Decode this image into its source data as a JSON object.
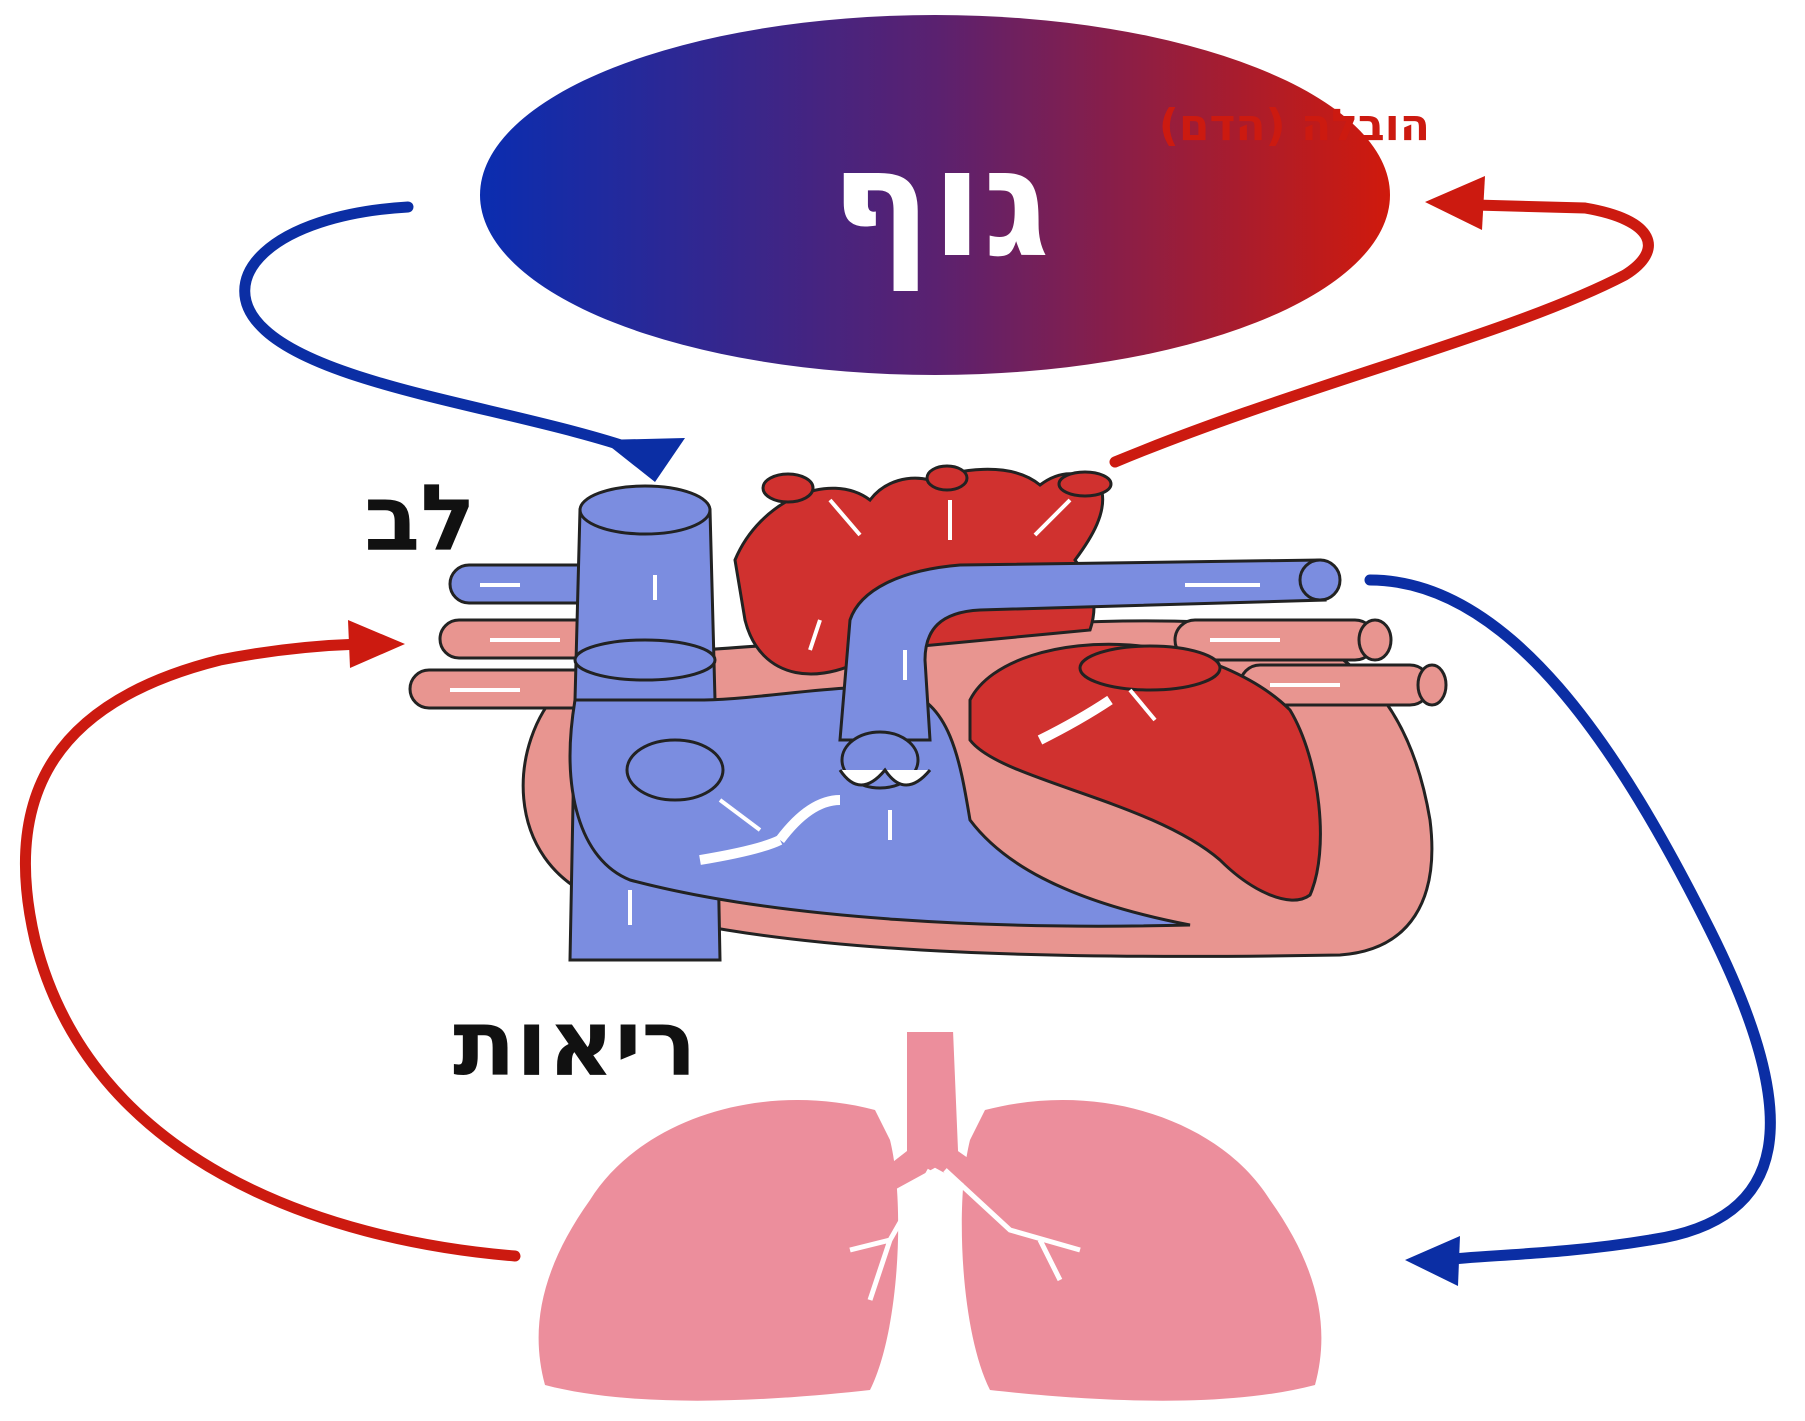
{
  "labels": {
    "body": "גוף",
    "heart": "לב",
    "lungs": "ריאות",
    "transport_partial": "הובלה (הדם)"
  },
  "colors": {
    "oxygenated": "#cc1a10",
    "deoxygenated": "#0b2ea4",
    "heart_red": "#d0312f",
    "heart_blue": "#7b8de0",
    "heart_pink": "#e89590",
    "lung_pink": "#ec8e9c"
  },
  "icons": [
    "arrow-body-to-heart",
    "arrow-heart-to-body",
    "arrow-heart-to-lungs",
    "arrow-lungs-to-heart"
  ]
}
